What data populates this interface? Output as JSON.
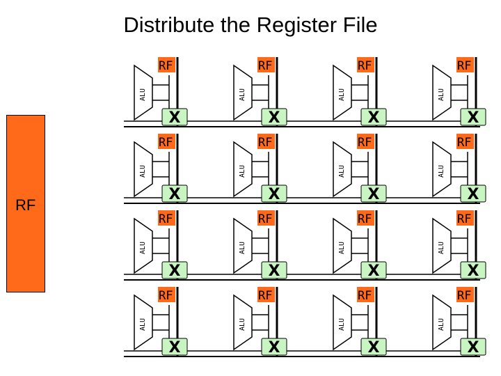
{
  "slide": {
    "title": "Distribute the Register File",
    "central_rf_label": "RF"
  },
  "tile": {
    "rf_label": "RF",
    "alu_label": "ALU",
    "switch_label": "X"
  },
  "grid": {
    "rows": 4,
    "cols": 4
  },
  "colors": {
    "rf_fill": "#ff6a1a",
    "switch_fill": "#c9f5c3",
    "line": "#000000",
    "alu_fill": "#ffffff"
  }
}
